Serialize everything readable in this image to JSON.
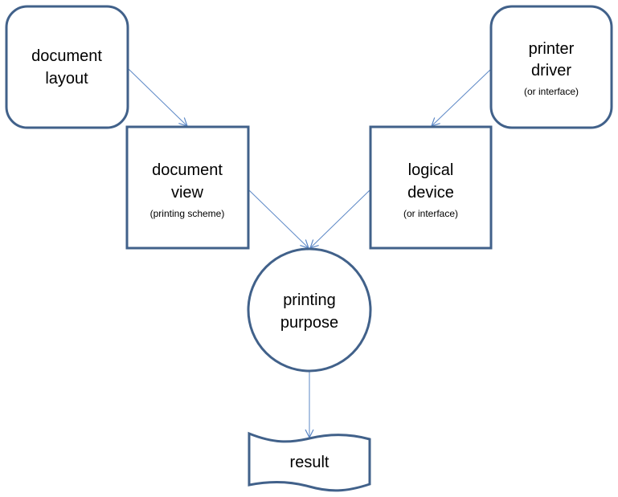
{
  "nodes": {
    "document_layout": {
      "line1": "document",
      "line2": "layout"
    },
    "printer_driver": {
      "line1": "printer",
      "line2": "driver",
      "sub": "(or interface)"
    },
    "document_view": {
      "line1": "document",
      "line2": "view",
      "sub": "(printing scheme)"
    },
    "logical_device": {
      "line1": "logical",
      "line2": "device",
      "sub": "(or interface)"
    },
    "printing_purpose": {
      "line1": "printing",
      "line2": "purpose"
    },
    "result": {
      "label": "result"
    }
  },
  "colors": {
    "node_border": "#41618a",
    "arrow": "#5b87c6"
  }
}
